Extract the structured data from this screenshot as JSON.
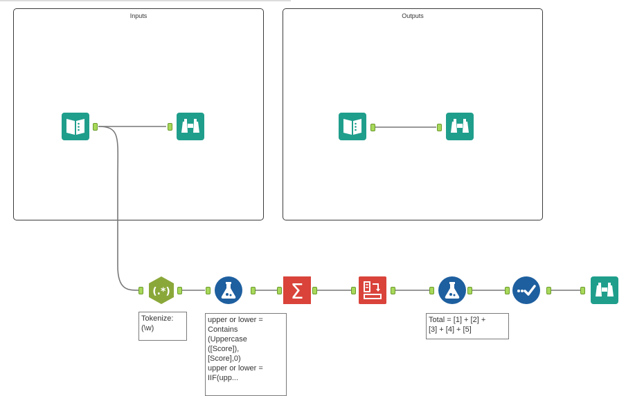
{
  "containers": {
    "inputs_title": "Inputs",
    "outputs_title": "Outputs"
  },
  "tools": [
    {
      "name": "input-data-tool",
      "icon": "book-icon"
    },
    {
      "name": "browse-tool",
      "icon": "binoculars-icon"
    },
    {
      "name": "regex-tool",
      "icon": "regex-icon"
    },
    {
      "name": "formula-tool",
      "icon": "formula-flask-icon"
    },
    {
      "name": "summarize-tool",
      "icon": "sigma-icon"
    },
    {
      "name": "cross-tab-tool",
      "icon": "crosstab-icon"
    },
    {
      "name": "multi-field-tool",
      "icon": "checkmark-dots-icon"
    }
  ],
  "annotations": {
    "regex": "Tokenize:\n(\\w)",
    "formula1": "upper or lower =\nContains\n(Uppercase\n([Score]),\n[Score],0)\nupper or lower =\nIIF(upp...",
    "formula2": "Total = [1] + [2] +\n[3] + [4] + [5]"
  },
  "colors": {
    "teal": "#1f9e8c",
    "olive": "#8aa83a",
    "blue": "#1e5f9f",
    "red": "#d9433a",
    "anchor": "#a8d85a"
  }
}
